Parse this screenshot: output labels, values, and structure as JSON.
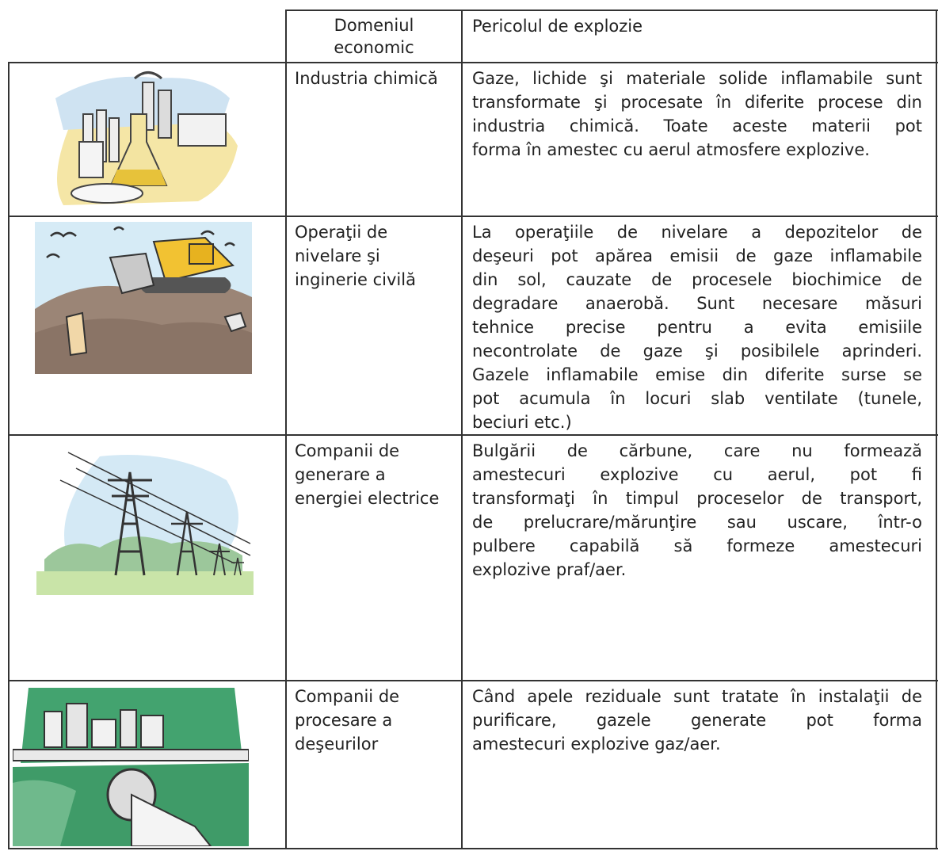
{
  "table": {
    "headers": {
      "domain": "Domeniul economic",
      "hazard": "Pericolul de explozie"
    },
    "rows": [
      {
        "domain": "Industria chimică",
        "image_icon": "chemistry-lab-icon",
        "hazard_lines": [
          "Gaze, lichide şi materiale solide inflamabile sunt",
          "transformate şi procesate în diferite procese din",
          "industria chimică. Toate aceste materii pot",
          "forma în amestec cu aerul atmosfere explozive."
        ]
      },
      {
        "domain": "Operaţii de nivelare şi inginerie civilă",
        "image_icon": "bulldozer-landfill-icon",
        "hazard_lines": [
          "La operaţiile de nivelare a depozitelor de",
          "deşeuri pot apărea emisii de gaze inflamabile",
          "din sol, cauzate de procesele biochimice de",
          "degradare anaerobă. Sunt necesare măsuri",
          "tehnice precise pentru a evita emisiile",
          "necontrolate de gaze şi posibilele aprinderi.",
          "Gazele inflamabile emise din diferite surse se",
          "pot acumula în locuri slab ventilate (tunele,",
          "beciuri etc.)"
        ]
      },
      {
        "domain": "Companii de generare a energiei electrice",
        "image_icon": "power-line-tower-icon",
        "hazard_lines": [
          "Bulgării de cărbune, care nu formează",
          "amestecuri explozive cu aerul, pot fi",
          "transformaţi în timpul proceselor de transport,",
          "de prelucrare/mărunţire sau uscare, într-o",
          "pulbere capabilă să formeze amestecuri",
          "explozive praf/aer."
        ]
      },
      {
        "domain": "Companii de procesare a deşeurilor",
        "image_icon": "wastewater-plant-icon",
        "hazard_lines": [
          "Când apele reziduale sunt tratate în instalaţii de",
          "purificare, gazele generate pot forma",
          "amestecuri explozive gaz/aer."
        ]
      }
    ]
  }
}
